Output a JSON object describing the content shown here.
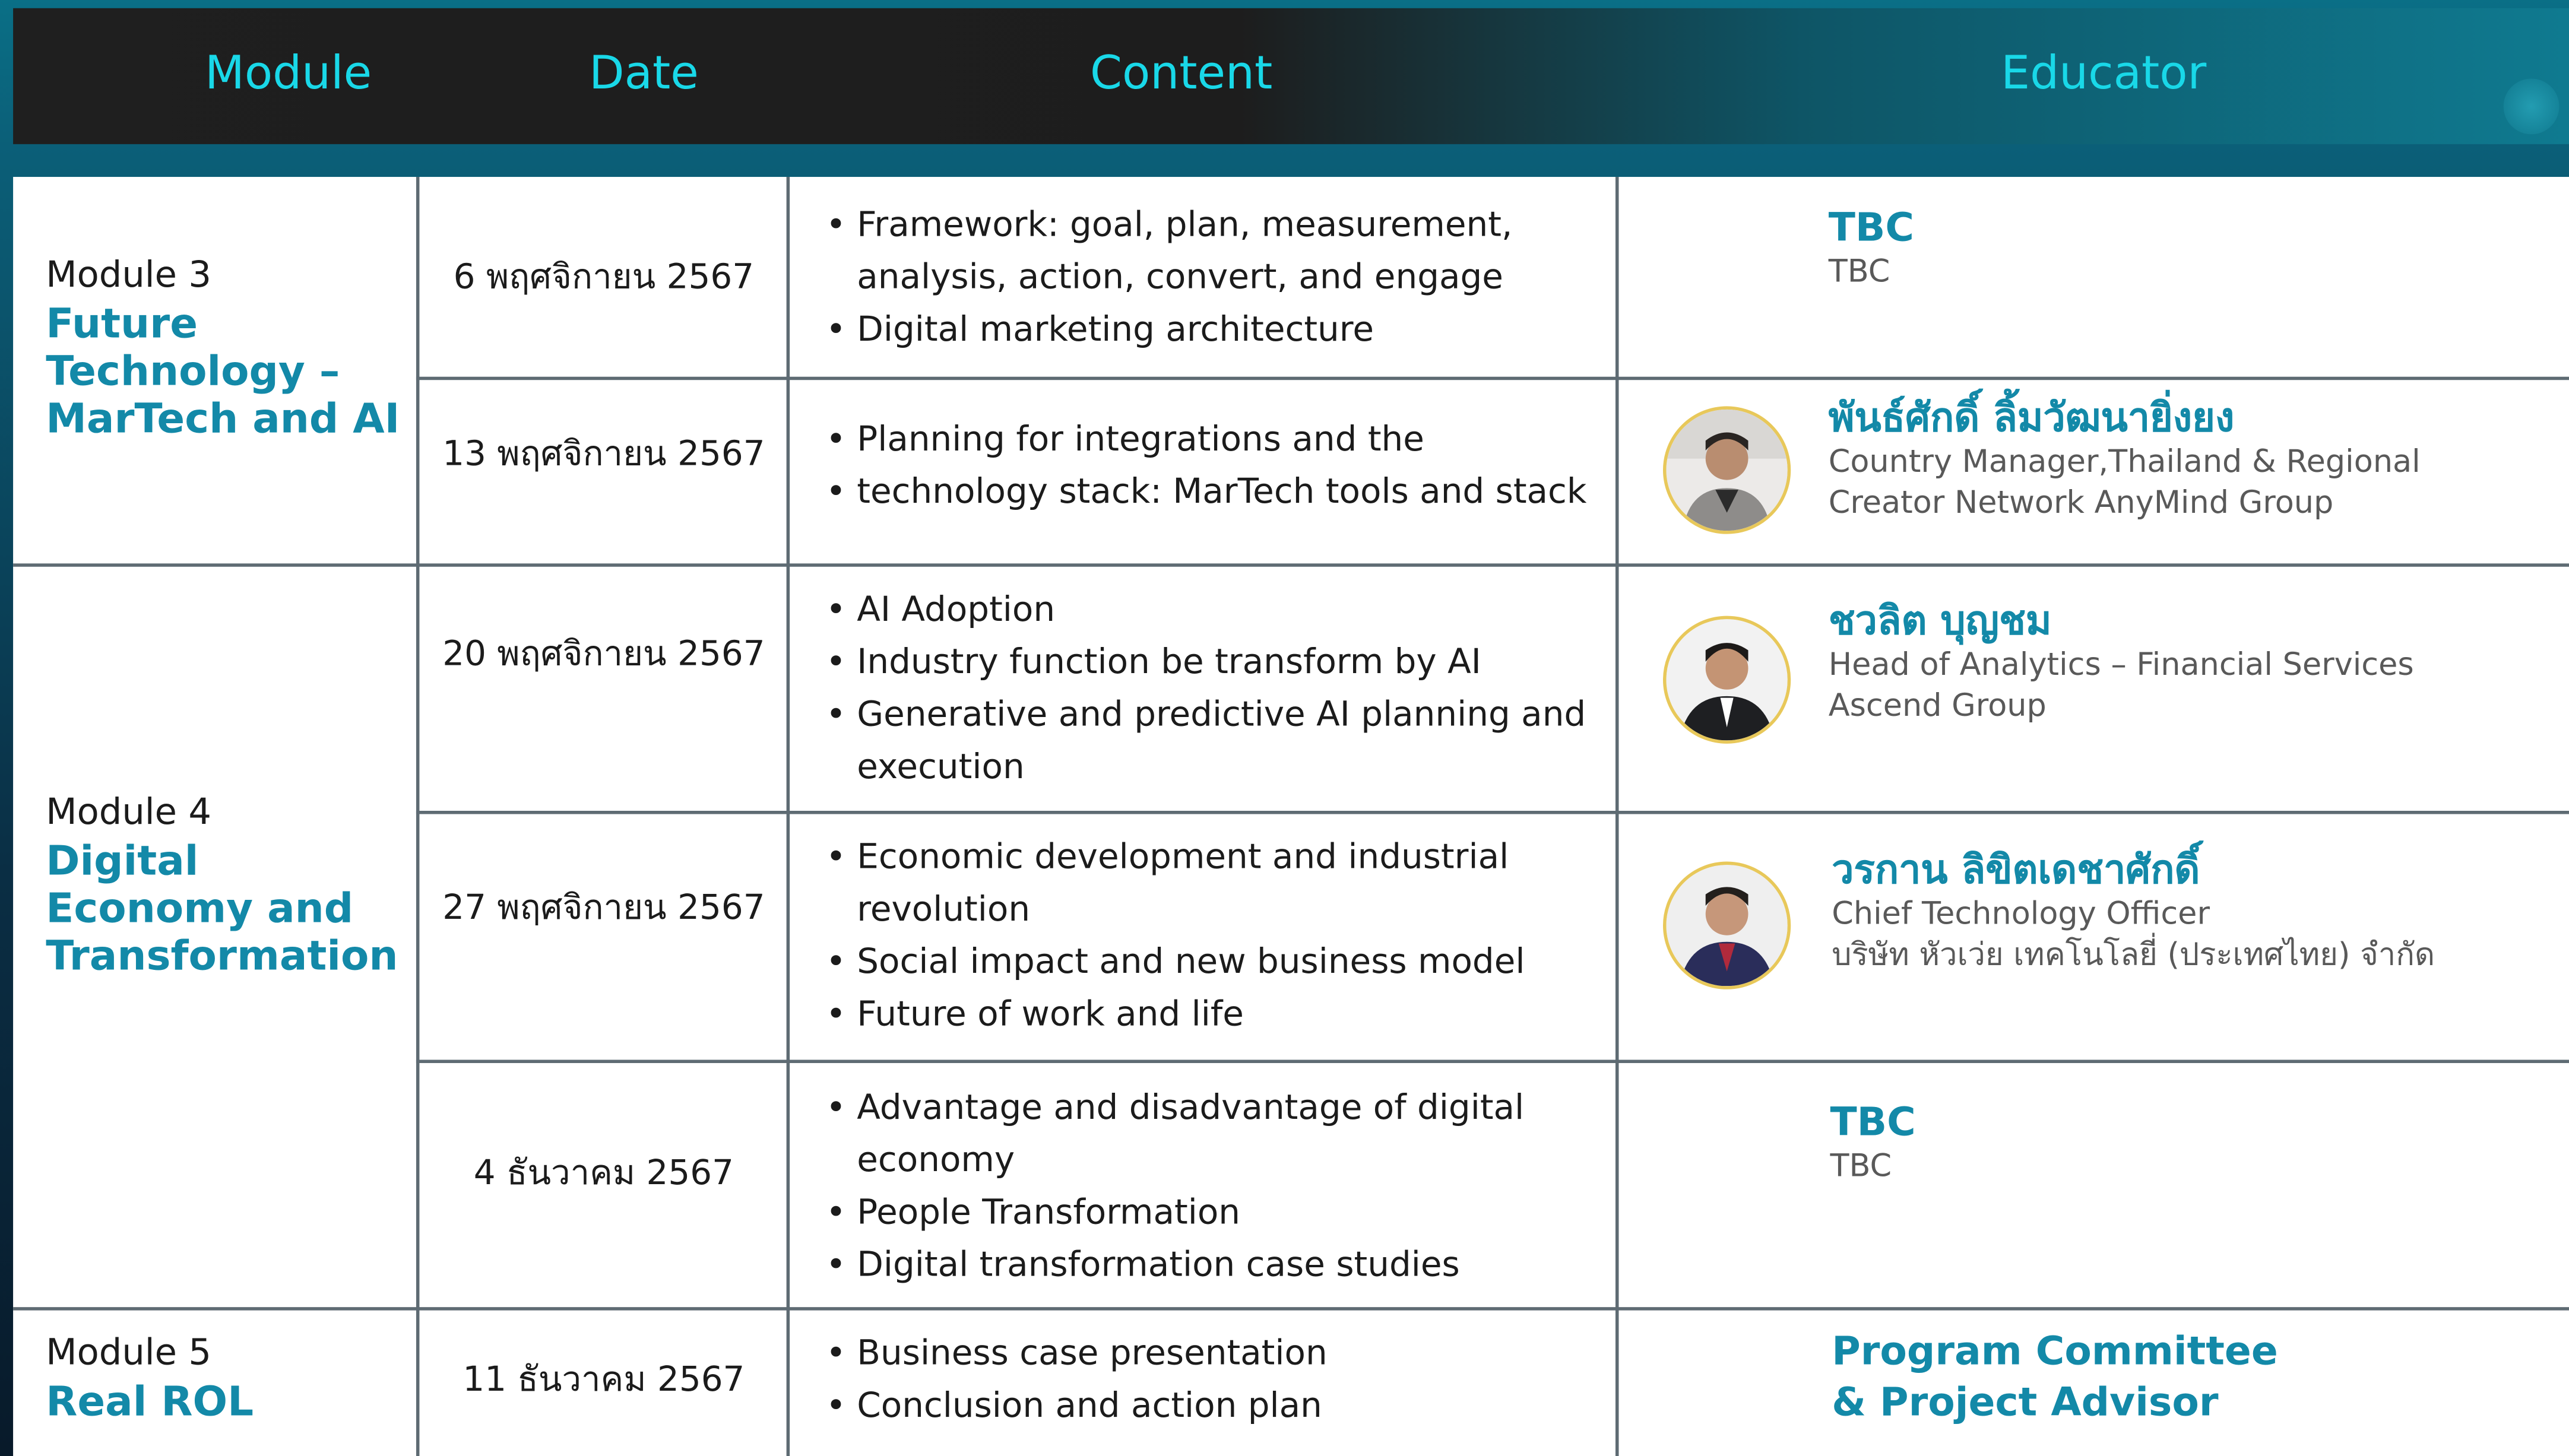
{
  "header": {
    "module": "Module",
    "date": "Date",
    "content": "Content",
    "educator": "Educator"
  },
  "modules": [
    {
      "label": "Module 3",
      "name": "Future Technology – MarTech and AI"
    },
    {
      "label": "Module 4",
      "name": "Digital Economy and Transformation"
    },
    {
      "label": "Module 5",
      "name": "Real ROL"
    }
  ],
  "sessions": [
    {
      "date": "6 พฤศจิกายน 2567",
      "content": [
        "Framework: goal, plan, measurement, analysis, action, convert, and engage",
        "Digital marketing architecture"
      ],
      "educator": {
        "name": "TBC",
        "role": [
          "TBC"
        ]
      }
    },
    {
      "date": "13 พฤศจิกายน 2567",
      "content": [
        "Planning for integrations and the",
        "technology stack: MarTech tools and stack"
      ],
      "educator": {
        "name": "พันธ์ศักดิ์ ลิ้มวัฒนายิ่งยง",
        "role": [
          "Country Manager,Thailand & Regional",
          "Creator Network AnyMind Group"
        ],
        "photo": "educator-photo"
      }
    },
    {
      "date": "20 พฤศจิกายน 2567",
      "content": [
        "AI Adoption",
        "Industry function be transform by AI",
        "Generative and predictive AI planning and execution"
      ],
      "educator": {
        "name": "ชวลิต บุญชม",
        "role": [
          "Head of Analytics – Financial Services",
          "Ascend Group"
        ],
        "photo": "educator-photo"
      }
    },
    {
      "date": "27 พฤศจิกายน 2567",
      "content": [
        "Economic development and industrial revolution",
        "Social impact and new business model",
        "Future of work and life"
      ],
      "educator": {
        "name": "วรกาน ลิขิตเดชาศักดิ์",
        "role": [
          "Chief Technology Officer",
          "บริษัท หัวเว่ย เทคโนโลยี่ (ประเทศไทย) จำกัด"
        ],
        "photo": "educator-photo"
      }
    },
    {
      "date": "4 ธันวาคม 2567",
      "content": [
        "Advantage and disadvantage of digital economy",
        "People Transformation",
        "Digital transformation case studies"
      ],
      "educator": {
        "name": "TBC",
        "role": [
          "TBC"
        ]
      }
    },
    {
      "date": "11 ธันวาคม 2567",
      "content": [
        "Business case presentation",
        "Conclusion and action plan"
      ],
      "educator": {
        "name": "Program Committee & Project Advisor",
        "role": []
      }
    }
  ],
  "colors": {
    "accent": "#1389a8",
    "header_text": "#19d8e8",
    "avatar_ring": "#e8c85a"
  }
}
